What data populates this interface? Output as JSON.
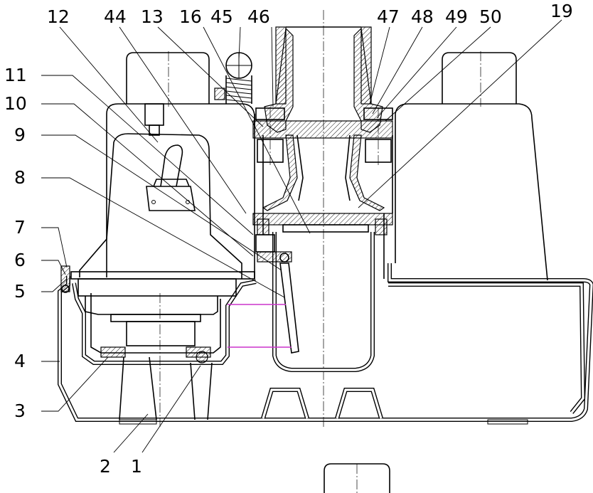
{
  "callouts": [
    {
      "id": "12",
      "text": "12"
    },
    {
      "id": "44",
      "text": "44"
    },
    {
      "id": "13",
      "text": "13"
    },
    {
      "id": "16",
      "text": "16"
    },
    {
      "id": "45",
      "text": "45"
    },
    {
      "id": "46",
      "text": "46"
    },
    {
      "id": "47",
      "text": "47"
    },
    {
      "id": "48",
      "text": "48"
    },
    {
      "id": "49",
      "text": "49"
    },
    {
      "id": "50",
      "text": "50"
    },
    {
      "id": "19",
      "text": "19"
    },
    {
      "id": "11",
      "text": "11"
    },
    {
      "id": "10",
      "text": "10"
    },
    {
      "id": "9",
      "text": "9"
    },
    {
      "id": "8",
      "text": "8"
    },
    {
      "id": "7",
      "text": "7"
    },
    {
      "id": "6",
      "text": "6"
    },
    {
      "id": "5",
      "text": "5"
    },
    {
      "id": "4",
      "text": "4"
    },
    {
      "id": "3",
      "text": "3"
    },
    {
      "id": "2",
      "text": "2"
    },
    {
      "id": "1",
      "text": "1"
    }
  ],
  "colors": {
    "line": "#000000",
    "water_level": "#cc33cc",
    "background": "#ffffff"
  }
}
